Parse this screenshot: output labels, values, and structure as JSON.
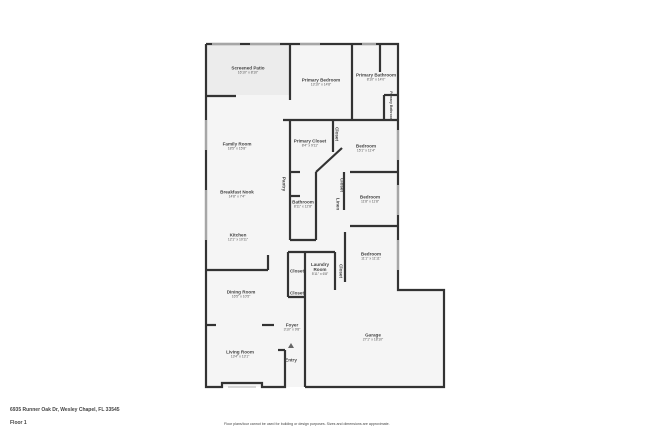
{
  "address": "6935 Runner Oak Dr, Wesley Chapel, FL 33545",
  "floor": "Floor 1",
  "disclaimer": "Floor plans/tour cannot be used for building or design purposes. Sizes and dimensions are approximate.",
  "colors": {
    "wall": "#333333",
    "floor": "#f5f5f5",
    "window": "#cccccc"
  },
  "rooms": [
    {
      "name": "Screened Patio",
      "dims": "16'10\" x 8'10\""
    },
    {
      "name": "Primary Bedroom",
      "dims": "13'10\" x 14'8\""
    },
    {
      "name": "Primary Bathroom",
      "dims": "8'10\" x 14'0\""
    },
    {
      "name": "Primary Bathroom",
      "dims": ""
    },
    {
      "name": "Family Room",
      "dims": "18'5\" x 15'8\""
    },
    {
      "name": "Primary Closet",
      "dims": "8'4\" x 9'11\""
    },
    {
      "name": "Closet",
      "dims": ""
    },
    {
      "name": "Bedroom",
      "dims": "15'1\" x 11'4\""
    },
    {
      "name": "Breakfast Nook",
      "dims": "14'8\" x 7'4\""
    },
    {
      "name": "Pantry",
      "dims": ""
    },
    {
      "name": "Bathroom",
      "dims": "8'11\" x 12'8\""
    },
    {
      "name": "Closet",
      "dims": ""
    },
    {
      "name": "Linen",
      "dims": ""
    },
    {
      "name": "Bedroom",
      "dims": "11'8\" x 11'8\""
    },
    {
      "name": "Kitchen",
      "dims": "12'1\" x 10'11\""
    },
    {
      "name": "Bedroom",
      "dims": "11'1\" x 11'11\""
    },
    {
      "name": "Closet",
      "dims": ""
    },
    {
      "name": "Laundry Room",
      "dims": "5'11\" x 6'8\""
    },
    {
      "name": "Closet",
      "dims": ""
    },
    {
      "name": "Closet",
      "dims": ""
    },
    {
      "name": "Dining Room",
      "dims": "16'5\" x 10'5\""
    },
    {
      "name": "Foyer",
      "dims": "3'10\" x 9'8\""
    },
    {
      "name": "Garage",
      "dims": "27'1\" x 18'10\""
    },
    {
      "name": "Living Room",
      "dims": "13'4\" x 13'1\""
    },
    {
      "name": "Entry",
      "dims": ""
    }
  ]
}
